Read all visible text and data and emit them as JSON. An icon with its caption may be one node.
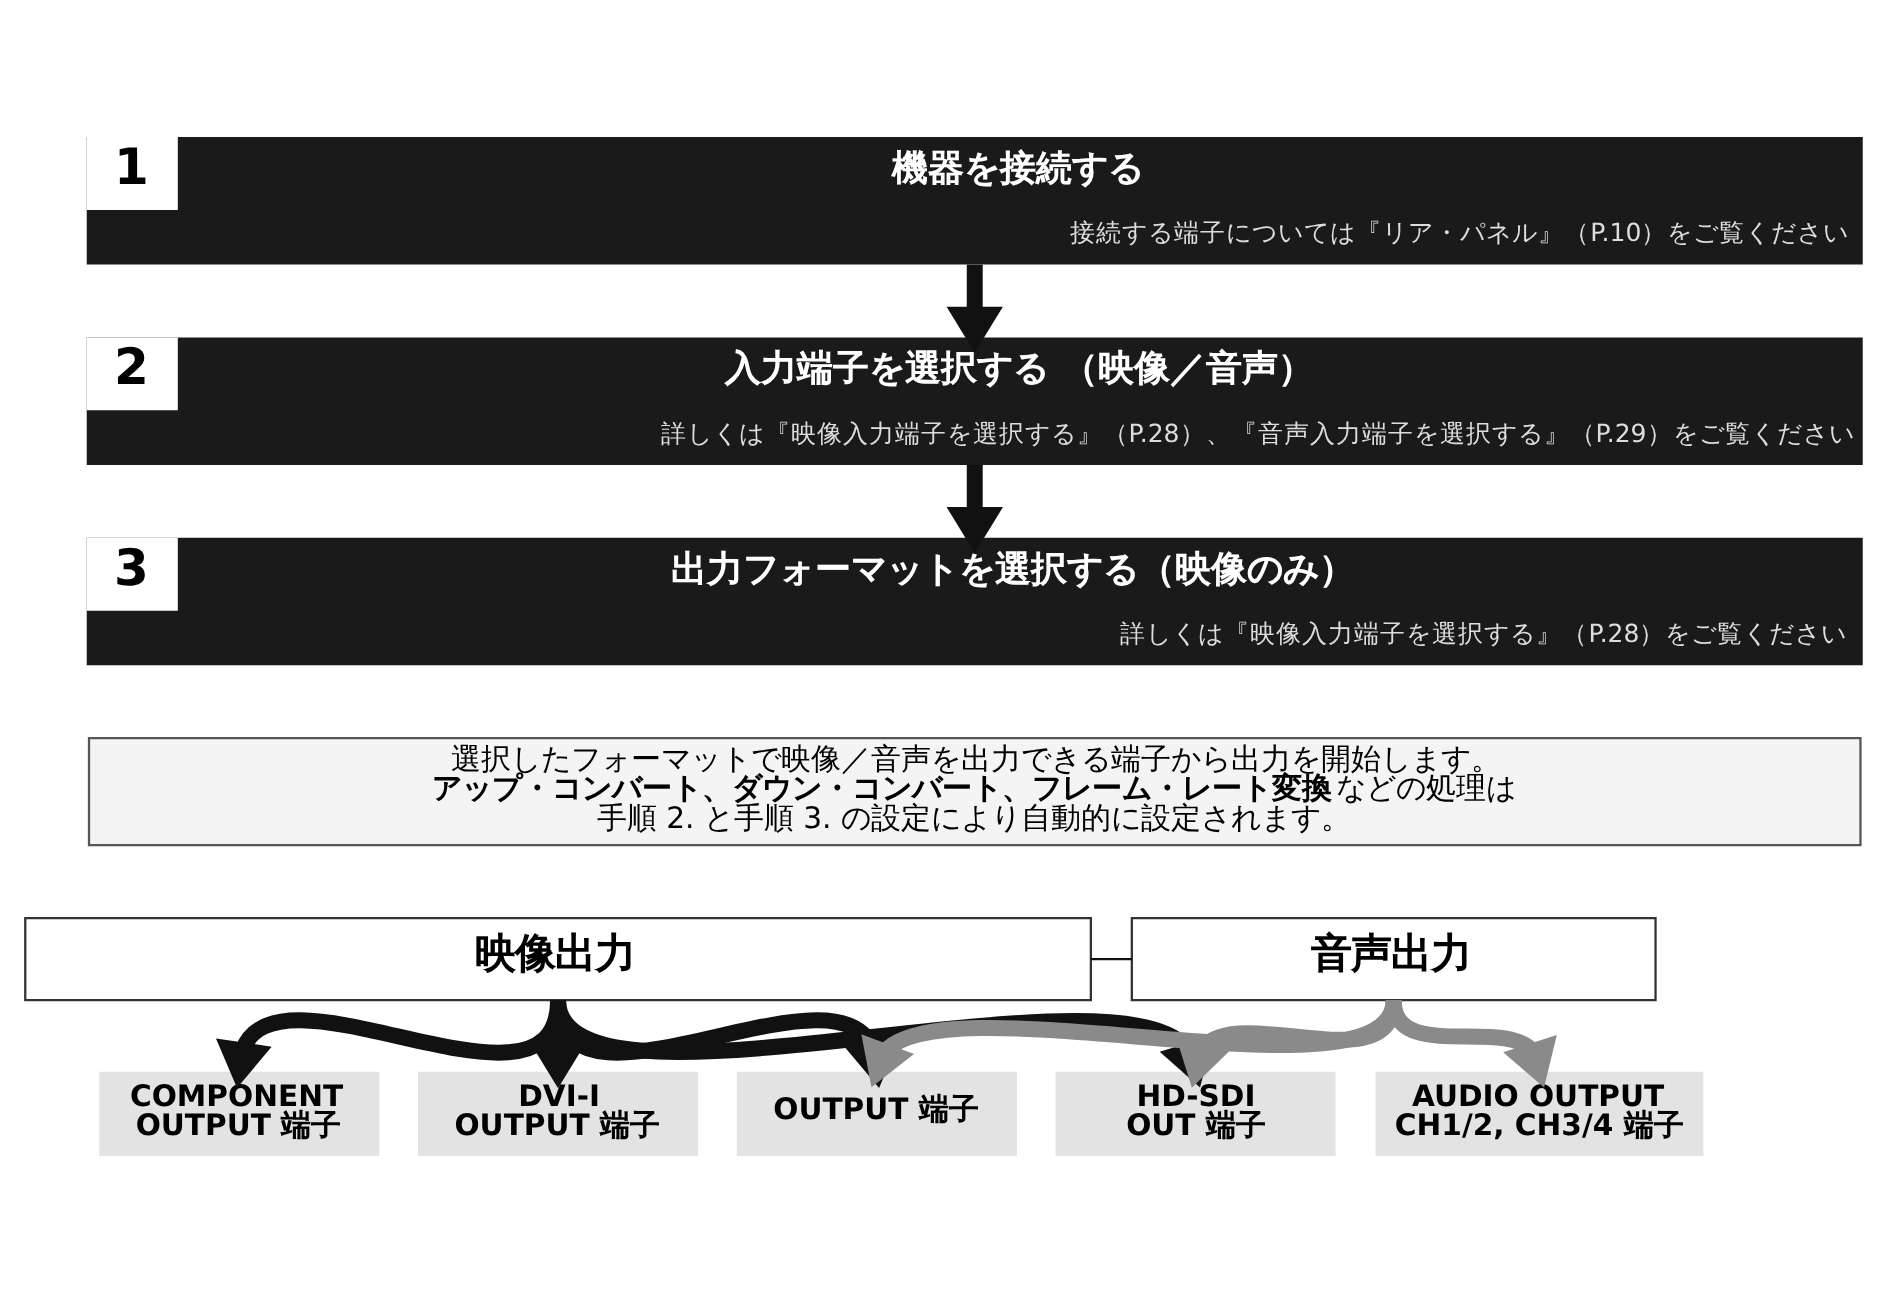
{
  "diagram": {
    "nodes": [
      {
        "text": [
          "1",
          "機器を接続する",
          "接続する端子については『リア・パネル』（P.10）をご覧ください"
        ]
      },
      {
        "text": [
          "2",
          "入力端子を選択する （映像／音声）",
          "詳しくは『映像入力端子を選択する』（P.28）、『音声入力端子を選択する』（P.29）をご覧ください"
        ]
      },
      {
        "text": [
          "3",
          "出力フォーマットを選択する（映像のみ）",
          "詳しくは『映像入力端子を選択する』（P.28）をご覧ください"
        ]
      },
      {
        "text": [
          "選択したフォーマットで映像／音声を出力できる端子から出力を開始します。**アップ・コンバート、ダウン・コンバート、フレーム・レート変換**などの処理は手順 2. と手順 3. の設定により自動的に設定されます。"
        ]
      },
      {
        "text": [
          "映像出力"
        ]
      },
      {
        "text": [
          "音声出力"
        ]
      },
      {
        "text": [
          "COMPONENT OUTPUT 端子"
        ]
      },
      {
        "text": [
          "DVI-I OUTPUT 端子"
        ]
      },
      {
        "text": [
          "OUTPUT 端子"
        ]
      },
      {
        "text": [
          "HD-SDI OUT 端子"
        ]
      },
      {
        "text": [
          "AUDIO OUTPUT CH1/2, CH3/4 端子"
        ]
      }
    ],
    "edges": [
      {
        "from": 0,
        "to": 1,
        "arrow": "to"
      },
      {
        "from": 1,
        "to": 2,
        "arrow": "to"
      },
      {
        "from": 4,
        "to": 5,
        "arrow": "none"
      },
      {
        "from": 4,
        "to": 6,
        "arrow": "to"
      },
      {
        "from": 4,
        "to": 7,
        "arrow": "to"
      },
      {
        "from": 4,
        "to": 8,
        "arrow": "to"
      },
      {
        "from": 4,
        "to": 9,
        "arrow": "to"
      },
      {
        "from": 5,
        "to": 8,
        "arrow": "to",
        "color": "#8a8a8a"
      },
      {
        "from": 5,
        "to": 9,
        "arrow": "to",
        "color": "#8a8a8a"
      },
      {
        "from": 5,
        "to": 10,
        "arrow": "to",
        "color": "#8a8a8a"
      }
    ]
  }
}
